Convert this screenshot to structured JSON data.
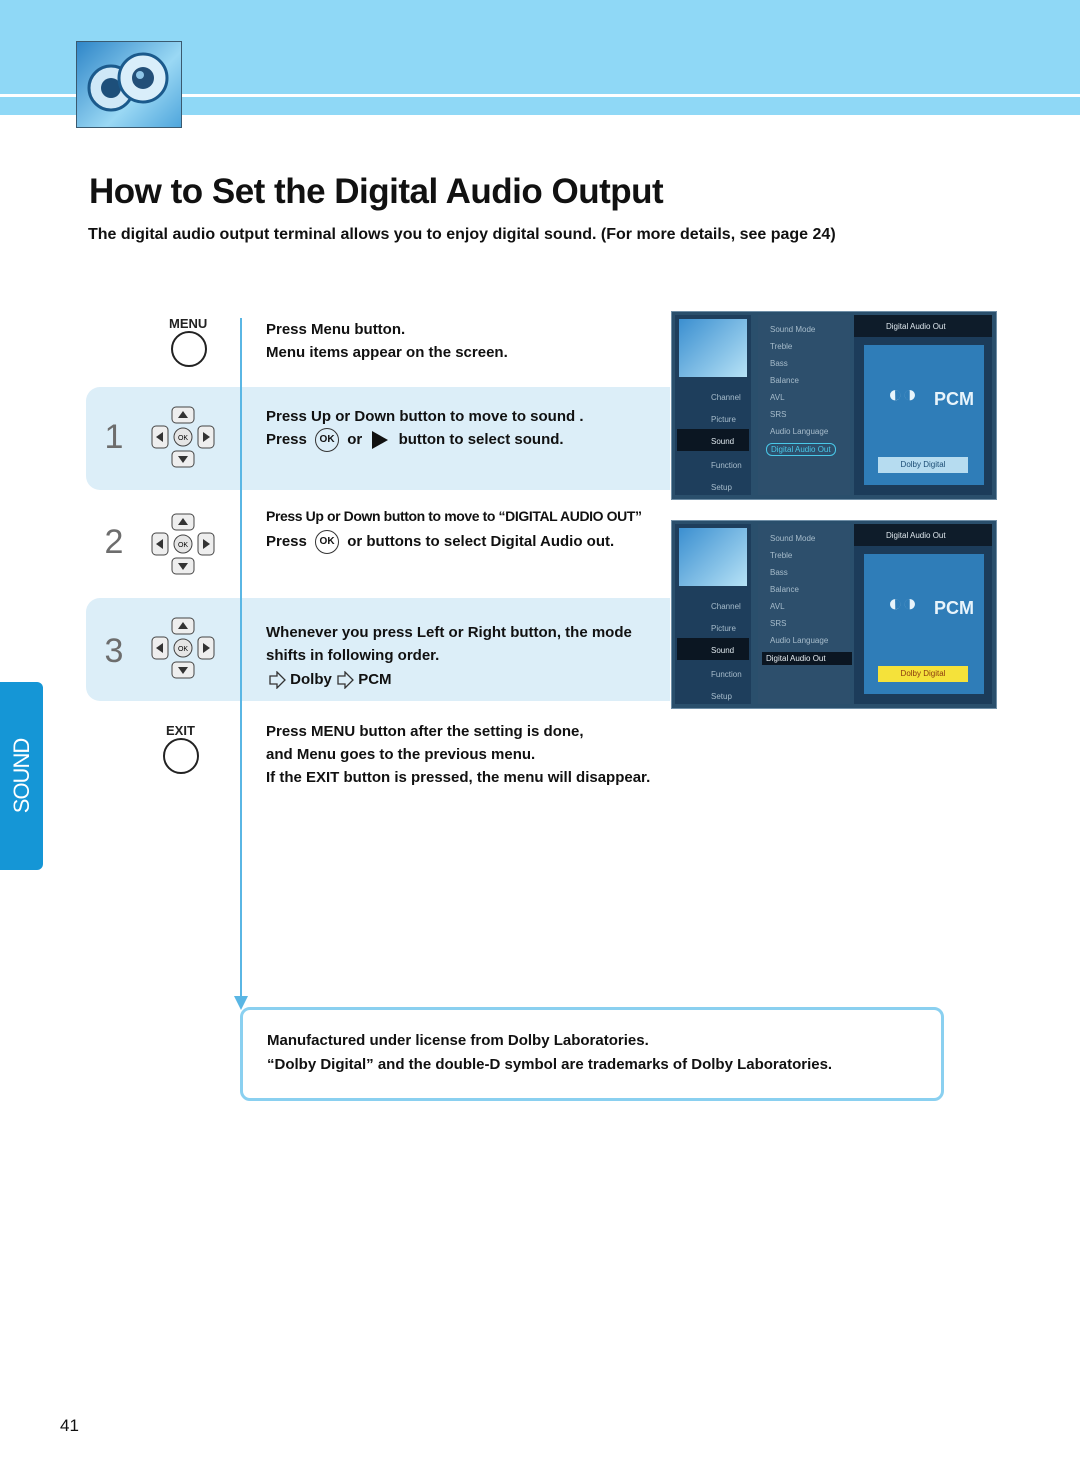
{
  "header": {
    "title": "How to Set the Digital Audio Output",
    "intro": "The digital audio output terminal allows you to enjoy digital sound. (For more details, see page 24)"
  },
  "icons": {
    "logo": "speaker-icon",
    "menu_button": "circle-button-icon",
    "dpad": "dpad-icon",
    "ok": "ok-button-icon",
    "right": "right-arrow-icon",
    "double_d": "double-d-icon"
  },
  "colors": {
    "accent": "#8fd8f6",
    "tab": "#1596d6",
    "band": "#dceef8",
    "line": "#5ab6e4"
  },
  "buttons": {
    "menu": "MENU",
    "exit": "EXIT",
    "ok": "OK"
  },
  "steps": {
    "menu": {
      "line1": "Press Menu button.",
      "line2": "Menu items appear on the screen."
    },
    "s1": {
      "num": "1",
      "line1": "Press Up or Down button to move to sound .",
      "press": "Press",
      "or": "or",
      "line2_end": "button to select sound."
    },
    "s2": {
      "num": "2",
      "line1": "Press Up or Down button to move to “DIGITAL AUDIO OUT”",
      "press": "Press",
      "line2_end": "or buttons to select Digital Audio out."
    },
    "s3": {
      "num": "3",
      "line1": "Whenever you press Left or Right button, the mode",
      "line2": "shifts in following order.",
      "opt1": "Dolby",
      "opt2": "PCM"
    },
    "exit": {
      "line1": "Press MENU button after the setting is done,",
      "line2": "and Menu goes to the previous menu.",
      "line3": "If the EXIT button is pressed, the menu will disappear."
    }
  },
  "tv_menu": {
    "icons": [
      "Channel",
      "Picture",
      "Sound",
      "Function",
      "Setup"
    ],
    "items": [
      "Sound Mode",
      "Treble",
      "Bass",
      "Balance",
      "AVL",
      "SRS",
      "Audio Language",
      "Digital Audio Out"
    ],
    "panel_title": "Digital Audio Out",
    "logo_text": "PCM",
    "value": "Dolby Digital"
  },
  "notice": {
    "line1": "Manufactured under license from Dolby Laboratories.",
    "line2": "“Dolby Digital” and the double-D symbol are trademarks of Dolby Laboratories."
  },
  "side_tab": "SOUND",
  "page_number": "41"
}
